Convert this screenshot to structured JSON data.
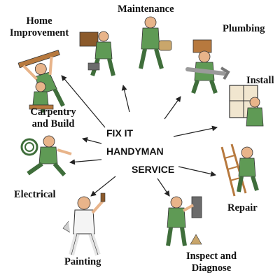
{
  "center": {
    "line1": "FIX IT",
    "line2": "HANDYMAN",
    "line3": "SERVICE"
  },
  "services": {
    "home_improvement": {
      "line1": "Home",
      "line2": "Improvement"
    },
    "maintenance": {
      "label": "Maintenance"
    },
    "plumbing": {
      "label": "Plumbing"
    },
    "install": {
      "label": "Install"
    },
    "carpentry": {
      "line1": "Carpentry",
      "line2": "and Build"
    },
    "electrical": {
      "label": "Electrical"
    },
    "repair": {
      "label": "Repair"
    },
    "painting": {
      "label": "Painting"
    },
    "inspect": {
      "line1": "Inspect and",
      "line2": "Diagnose"
    }
  },
  "colors": {
    "text": "#111111",
    "arrow": "#222222",
    "worker_green": "#5f9a55",
    "worker_dark": "#3f6e3b",
    "skin": "#e8b48a",
    "wood": "#b7793e",
    "metal": "#9a9a9a"
  }
}
